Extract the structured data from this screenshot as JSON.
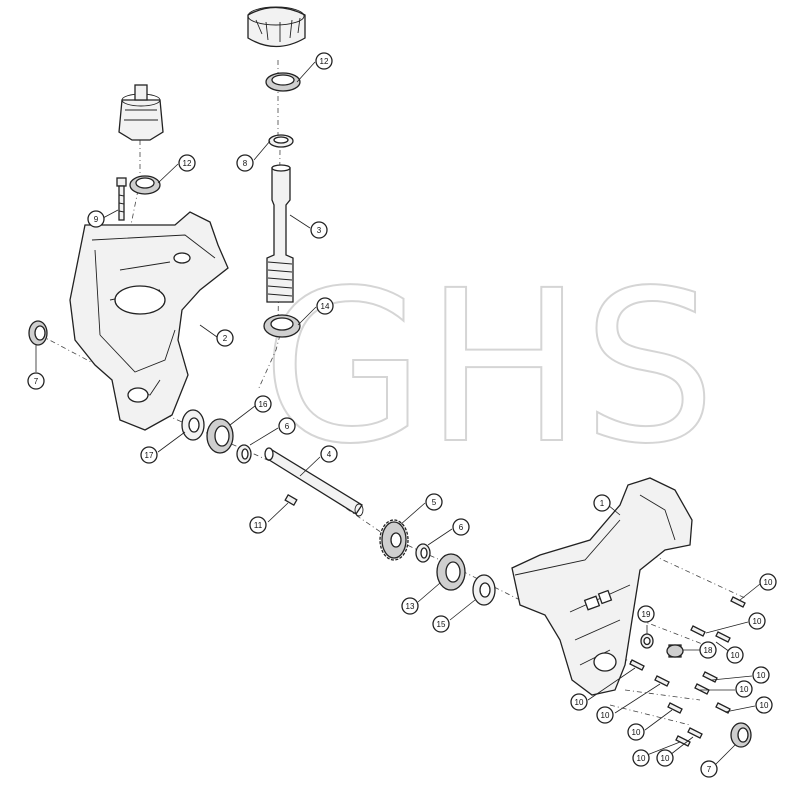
{
  "callouts": {
    "c1": "1",
    "c2": "2",
    "c3": "3",
    "c4": "4",
    "c5": "5",
    "c6a": "6",
    "c6b": "6",
    "c7a": "7",
    "c7b": "7",
    "c8": "8",
    "c9": "9",
    "c10": "10",
    "c11": "11",
    "c12a": "12",
    "c12b": "12",
    "c13": "13",
    "c14": "14",
    "c15": "15",
    "c16": "16",
    "c17": "17",
    "c18": "18",
    "c19": "19"
  },
  "colors": {
    "line": "#222222",
    "fill": "#f2f2f2",
    "shade": "#cfcfcf",
    "watermark": "#d5d5d5"
  }
}
